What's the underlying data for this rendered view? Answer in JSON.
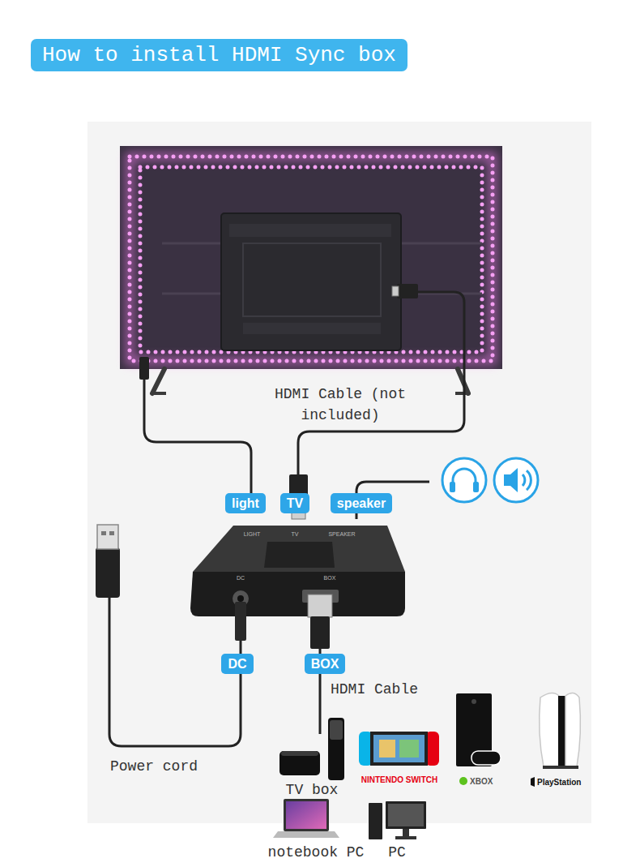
{
  "diagram": {
    "title": "How to install HDMI Sync box",
    "nodes": [
      {
        "text": [
          "light"
        ]
      },
      {
        "text": [
          "TV"
        ]
      },
      {
        "text": [
          "speaker"
        ]
      },
      {
        "text": [
          "DC"
        ]
      },
      {
        "text": [
          "BOX"
        ]
      }
    ],
    "labels": [
      "HDMI Cable (not included)",
      "LIGHT",
      "TV",
      "SPEAKER",
      "DC",
      "BOX",
      "HDMI Cable",
      "Power cord",
      "TV box",
      "NINTENDO SWITCH",
      "XBOX",
      "PlayStation",
      "notebook PC",
      "PC"
    ]
  }
}
